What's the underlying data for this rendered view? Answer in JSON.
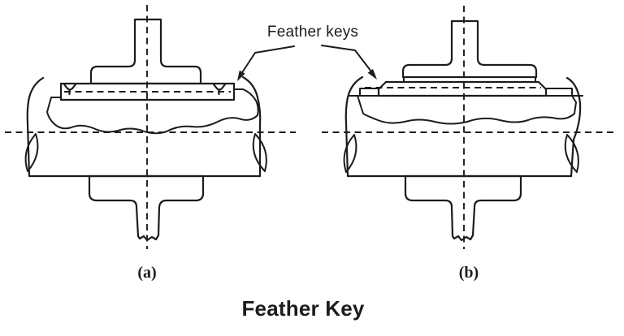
{
  "title": "Feather Key",
  "annotation": {
    "label": "Feather keys"
  },
  "figures": [
    {
      "id": "a",
      "label": "(a)"
    },
    {
      "id": "b",
      "label": "(b)"
    }
  ],
  "colors": {
    "ink": "#1c1c1c",
    "background": "#ffffff"
  }
}
